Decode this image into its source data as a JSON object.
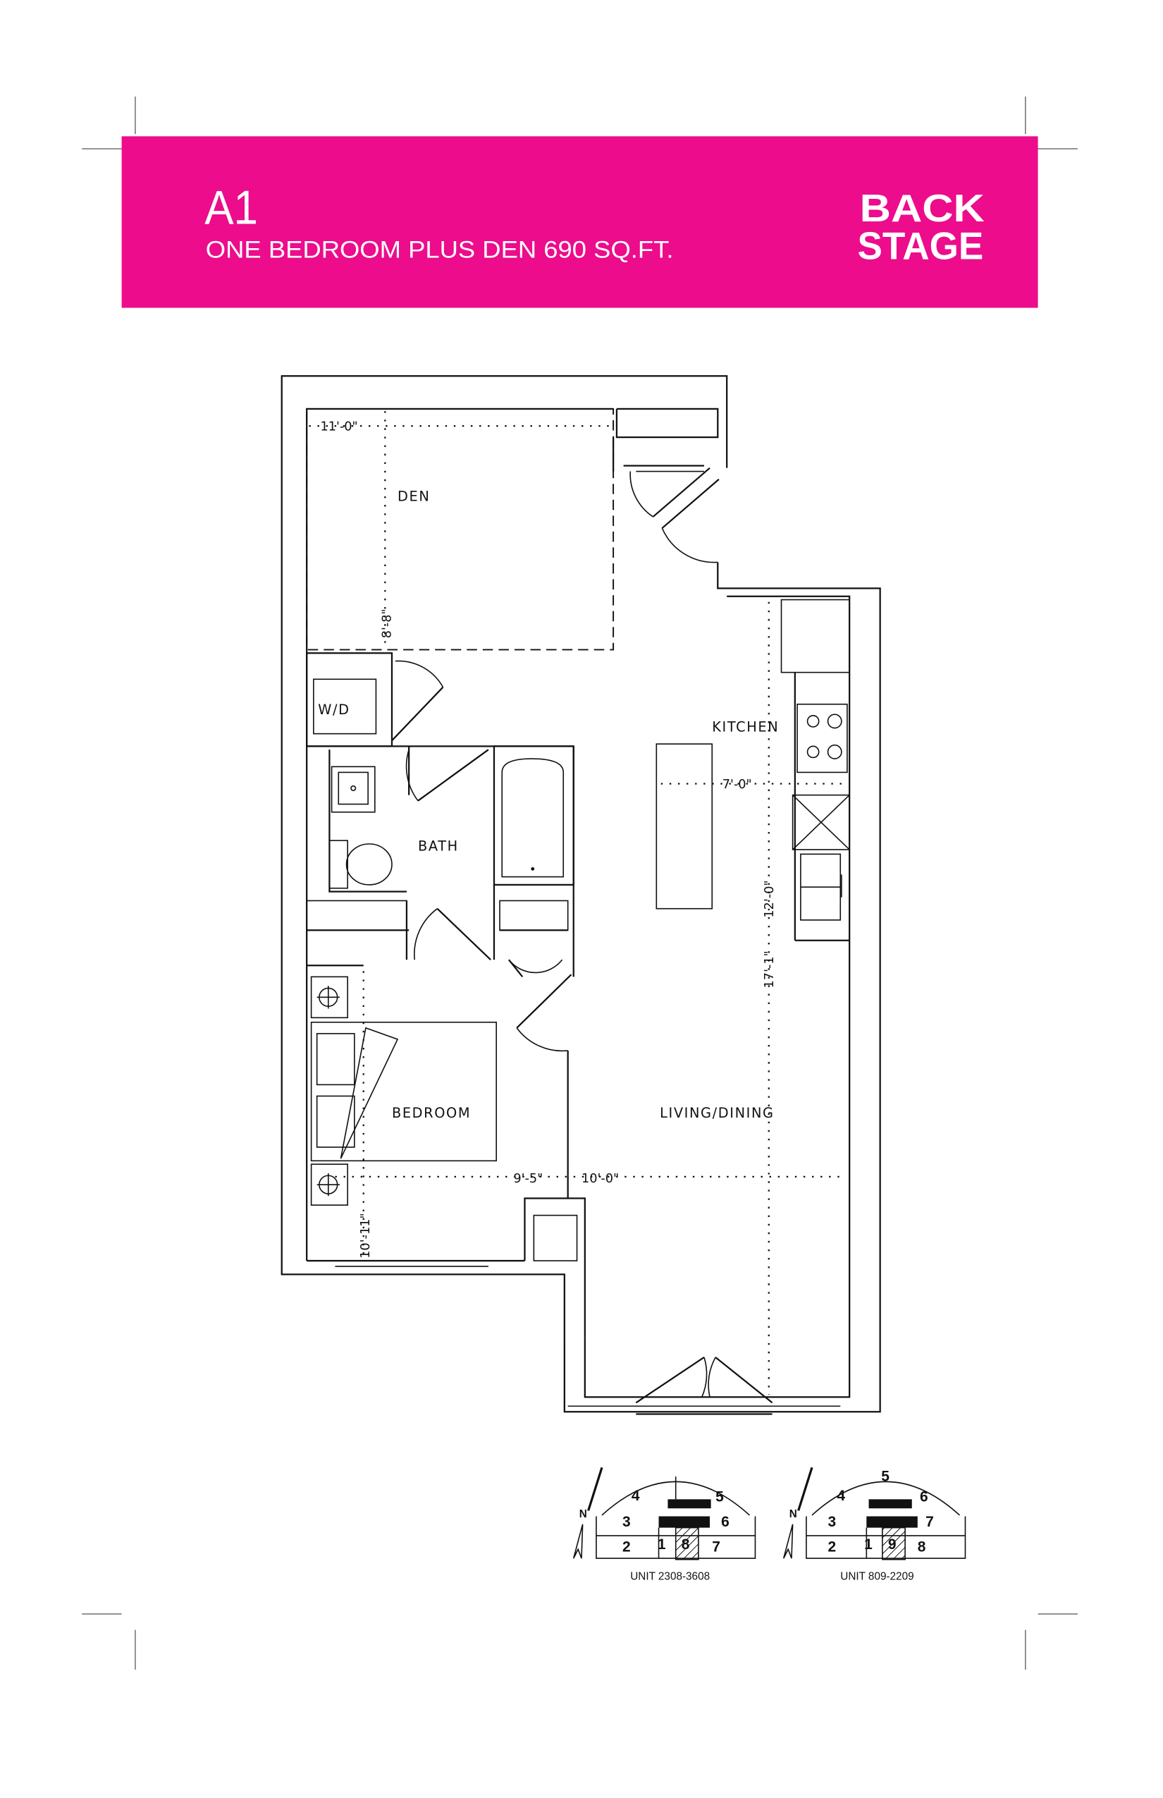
{
  "header": {
    "unit_code": "A1",
    "description": "ONE BEDROOM PLUS DEN 690 SQ.FT.",
    "brand_logo": "BACK STAGE",
    "brand_color": "#EC0C8C"
  },
  "rooms": {
    "den": "DEN",
    "washer_dryer": "W/D",
    "bath": "BATH",
    "kitchen": "KITCHEN",
    "bedroom": "BEDROOM",
    "living_dining": "LIVING/DINING"
  },
  "dimensions": {
    "den_width": "11'-0\"",
    "den_depth": "8'-8\"",
    "kitchen_width": "7'-0\"",
    "kitchen_depth": "12'-0\"",
    "living_depth": "17'-1\"",
    "bedroom_width": "9'-5\"",
    "living_width": "10'-0\"",
    "bedroom_depth": "10'-11\""
  },
  "key_plans": [
    {
      "caption": "UNIT 2308-3608",
      "units": [
        "1",
        "2",
        "3",
        "4",
        "5",
        "6",
        "7",
        "8"
      ],
      "highlighted": "8"
    },
    {
      "caption": "UNIT 809-2209",
      "units": [
        "1",
        "2",
        "3",
        "4",
        "5",
        "6",
        "7",
        "8",
        "9"
      ],
      "highlighted": "9"
    }
  ]
}
